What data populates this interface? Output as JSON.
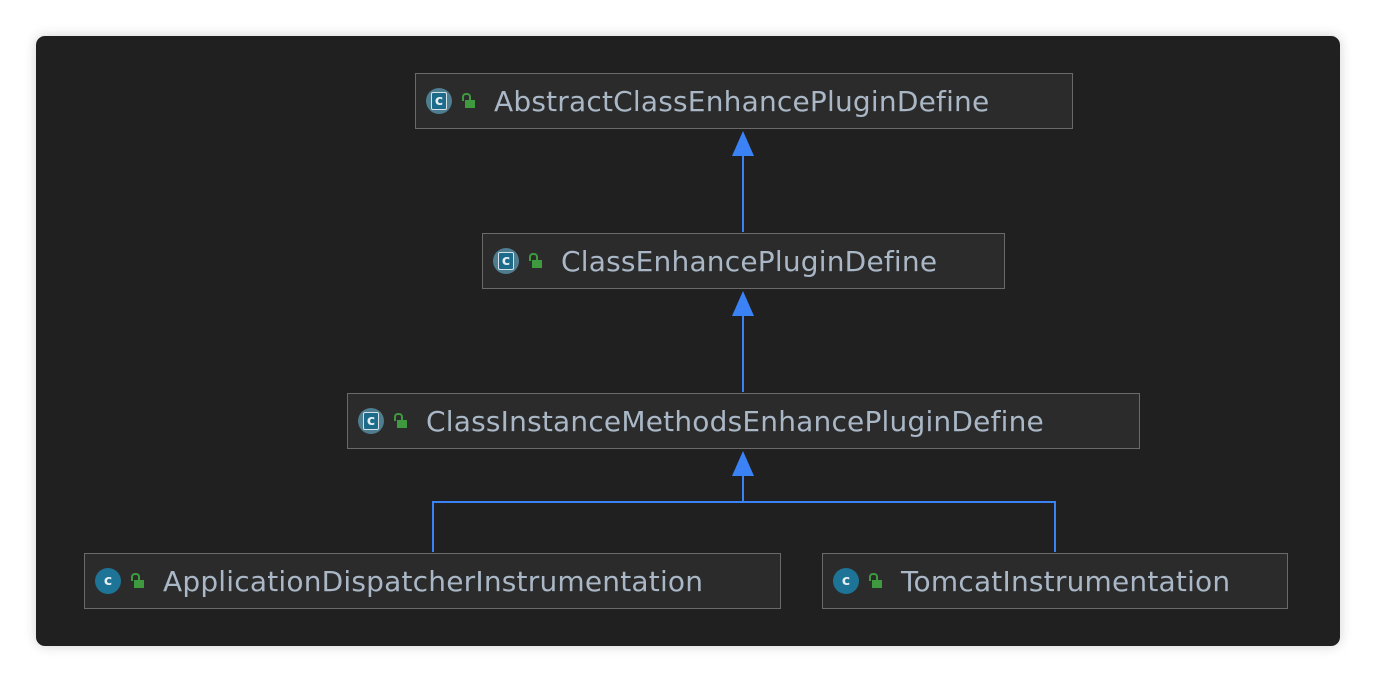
{
  "diagram": {
    "edge_color": "#3b82f6",
    "nodes": [
      {
        "id": "abstract",
        "label": "AbstractClassEnhancePluginDefine",
        "icon": "abstract-class-icon",
        "access_icon": "public-lock-icon"
      },
      {
        "id": "class",
        "label": "ClassEnhancePluginDefine",
        "icon": "abstract-class-icon",
        "access_icon": "public-lock-icon"
      },
      {
        "id": "instance",
        "label": "ClassInstanceMethodsEnhancePluginDefine",
        "icon": "abstract-class-icon",
        "access_icon": "public-lock-icon"
      },
      {
        "id": "appdispatcher",
        "label": "ApplicationDispatcherInstrumentation",
        "icon": "class-icon",
        "access_icon": "public-lock-icon"
      },
      {
        "id": "tomcat",
        "label": "TomcatInstrumentation",
        "icon": "class-icon",
        "access_icon": "public-lock-icon"
      }
    ],
    "edges": [
      {
        "from": "class",
        "to": "abstract",
        "type": "extends"
      },
      {
        "from": "instance",
        "to": "class",
        "type": "extends"
      },
      {
        "from": "appdispatcher",
        "to": "instance",
        "type": "extends"
      },
      {
        "from": "tomcat",
        "to": "instance",
        "type": "extends"
      }
    ]
  }
}
